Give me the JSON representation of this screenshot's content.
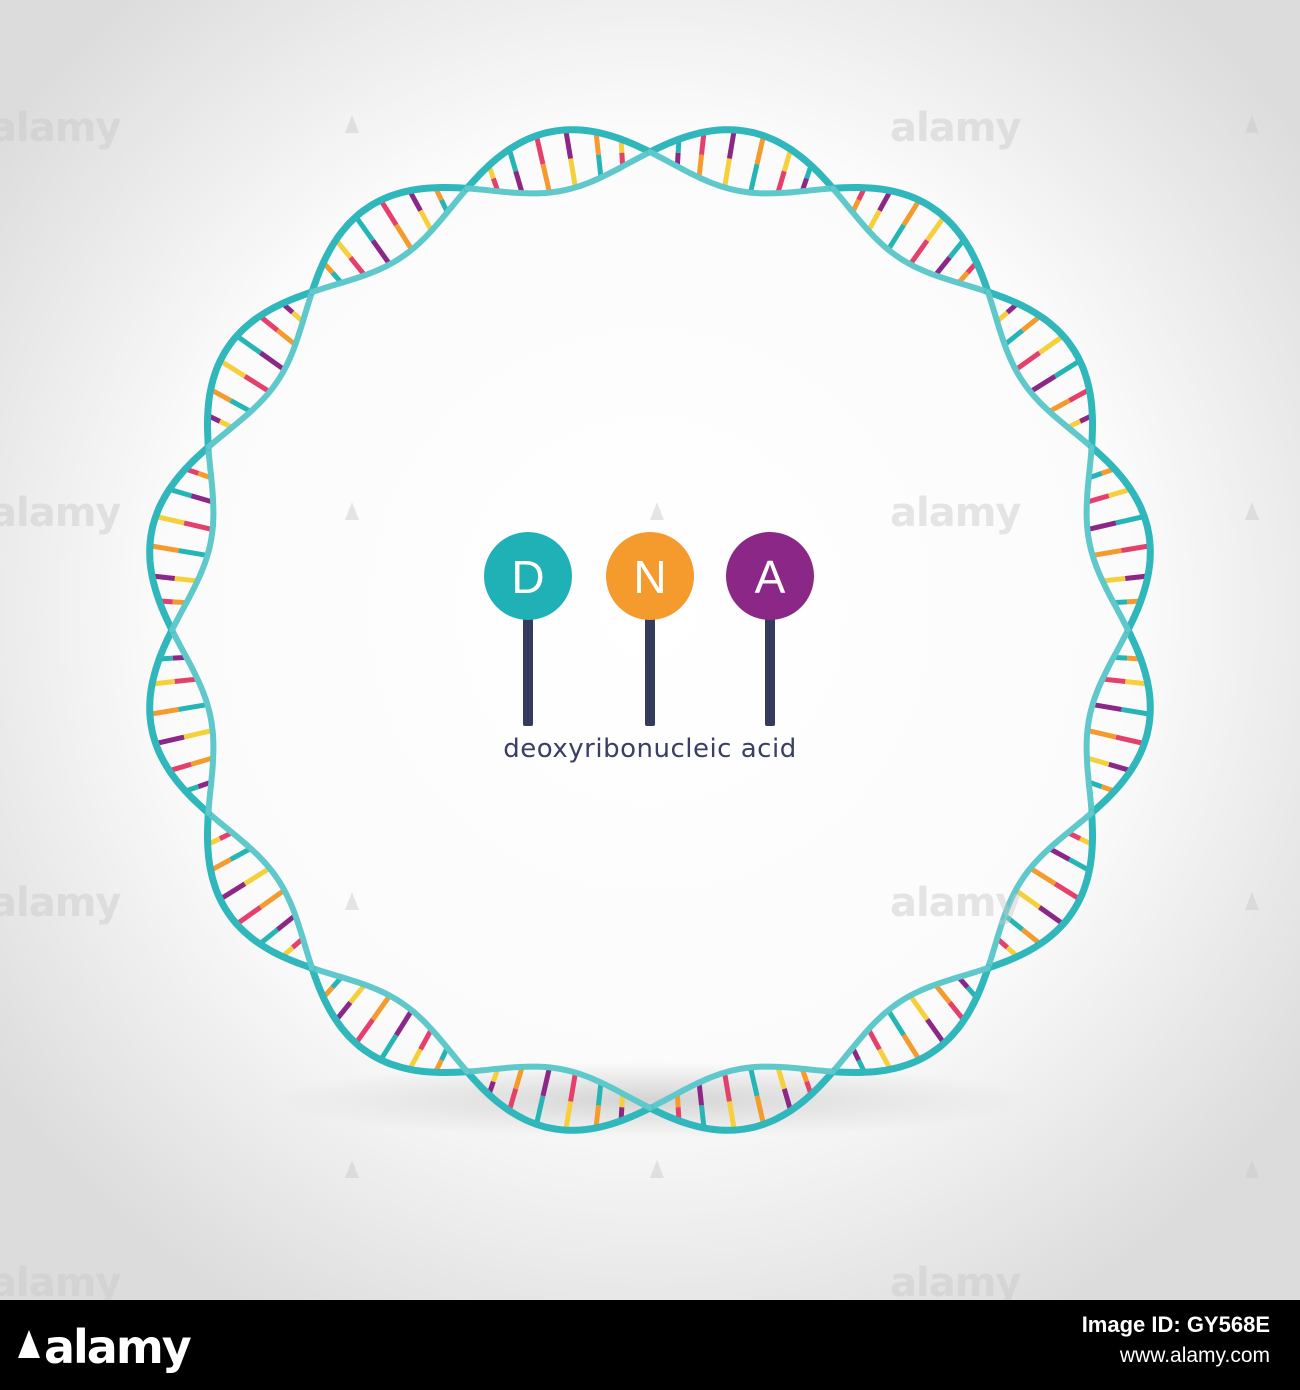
{
  "logo": {
    "letters": [
      {
        "char": "D",
        "color": "#1fb1b5"
      },
      {
        "char": "N",
        "color": "#f59a2d"
      },
      {
        "char": "A",
        "color": "#8b2887"
      }
    ],
    "stem_color": "#353b5c",
    "subtitle": "deoxyribonucleic acid"
  },
  "dna_ring": {
    "segments": 16,
    "backbone_color": "#2fb7bb",
    "base_pair_colors": [
      "#8b2887",
      "#f59a2d",
      "#f5d03a",
      "#26b5b5",
      "#e5406b"
    ]
  },
  "watermark": {
    "text": "alamy"
  },
  "footer": {
    "logo_text": "alamy",
    "image_id": "Image ID: GY568E",
    "url": "www.alamy.com"
  }
}
